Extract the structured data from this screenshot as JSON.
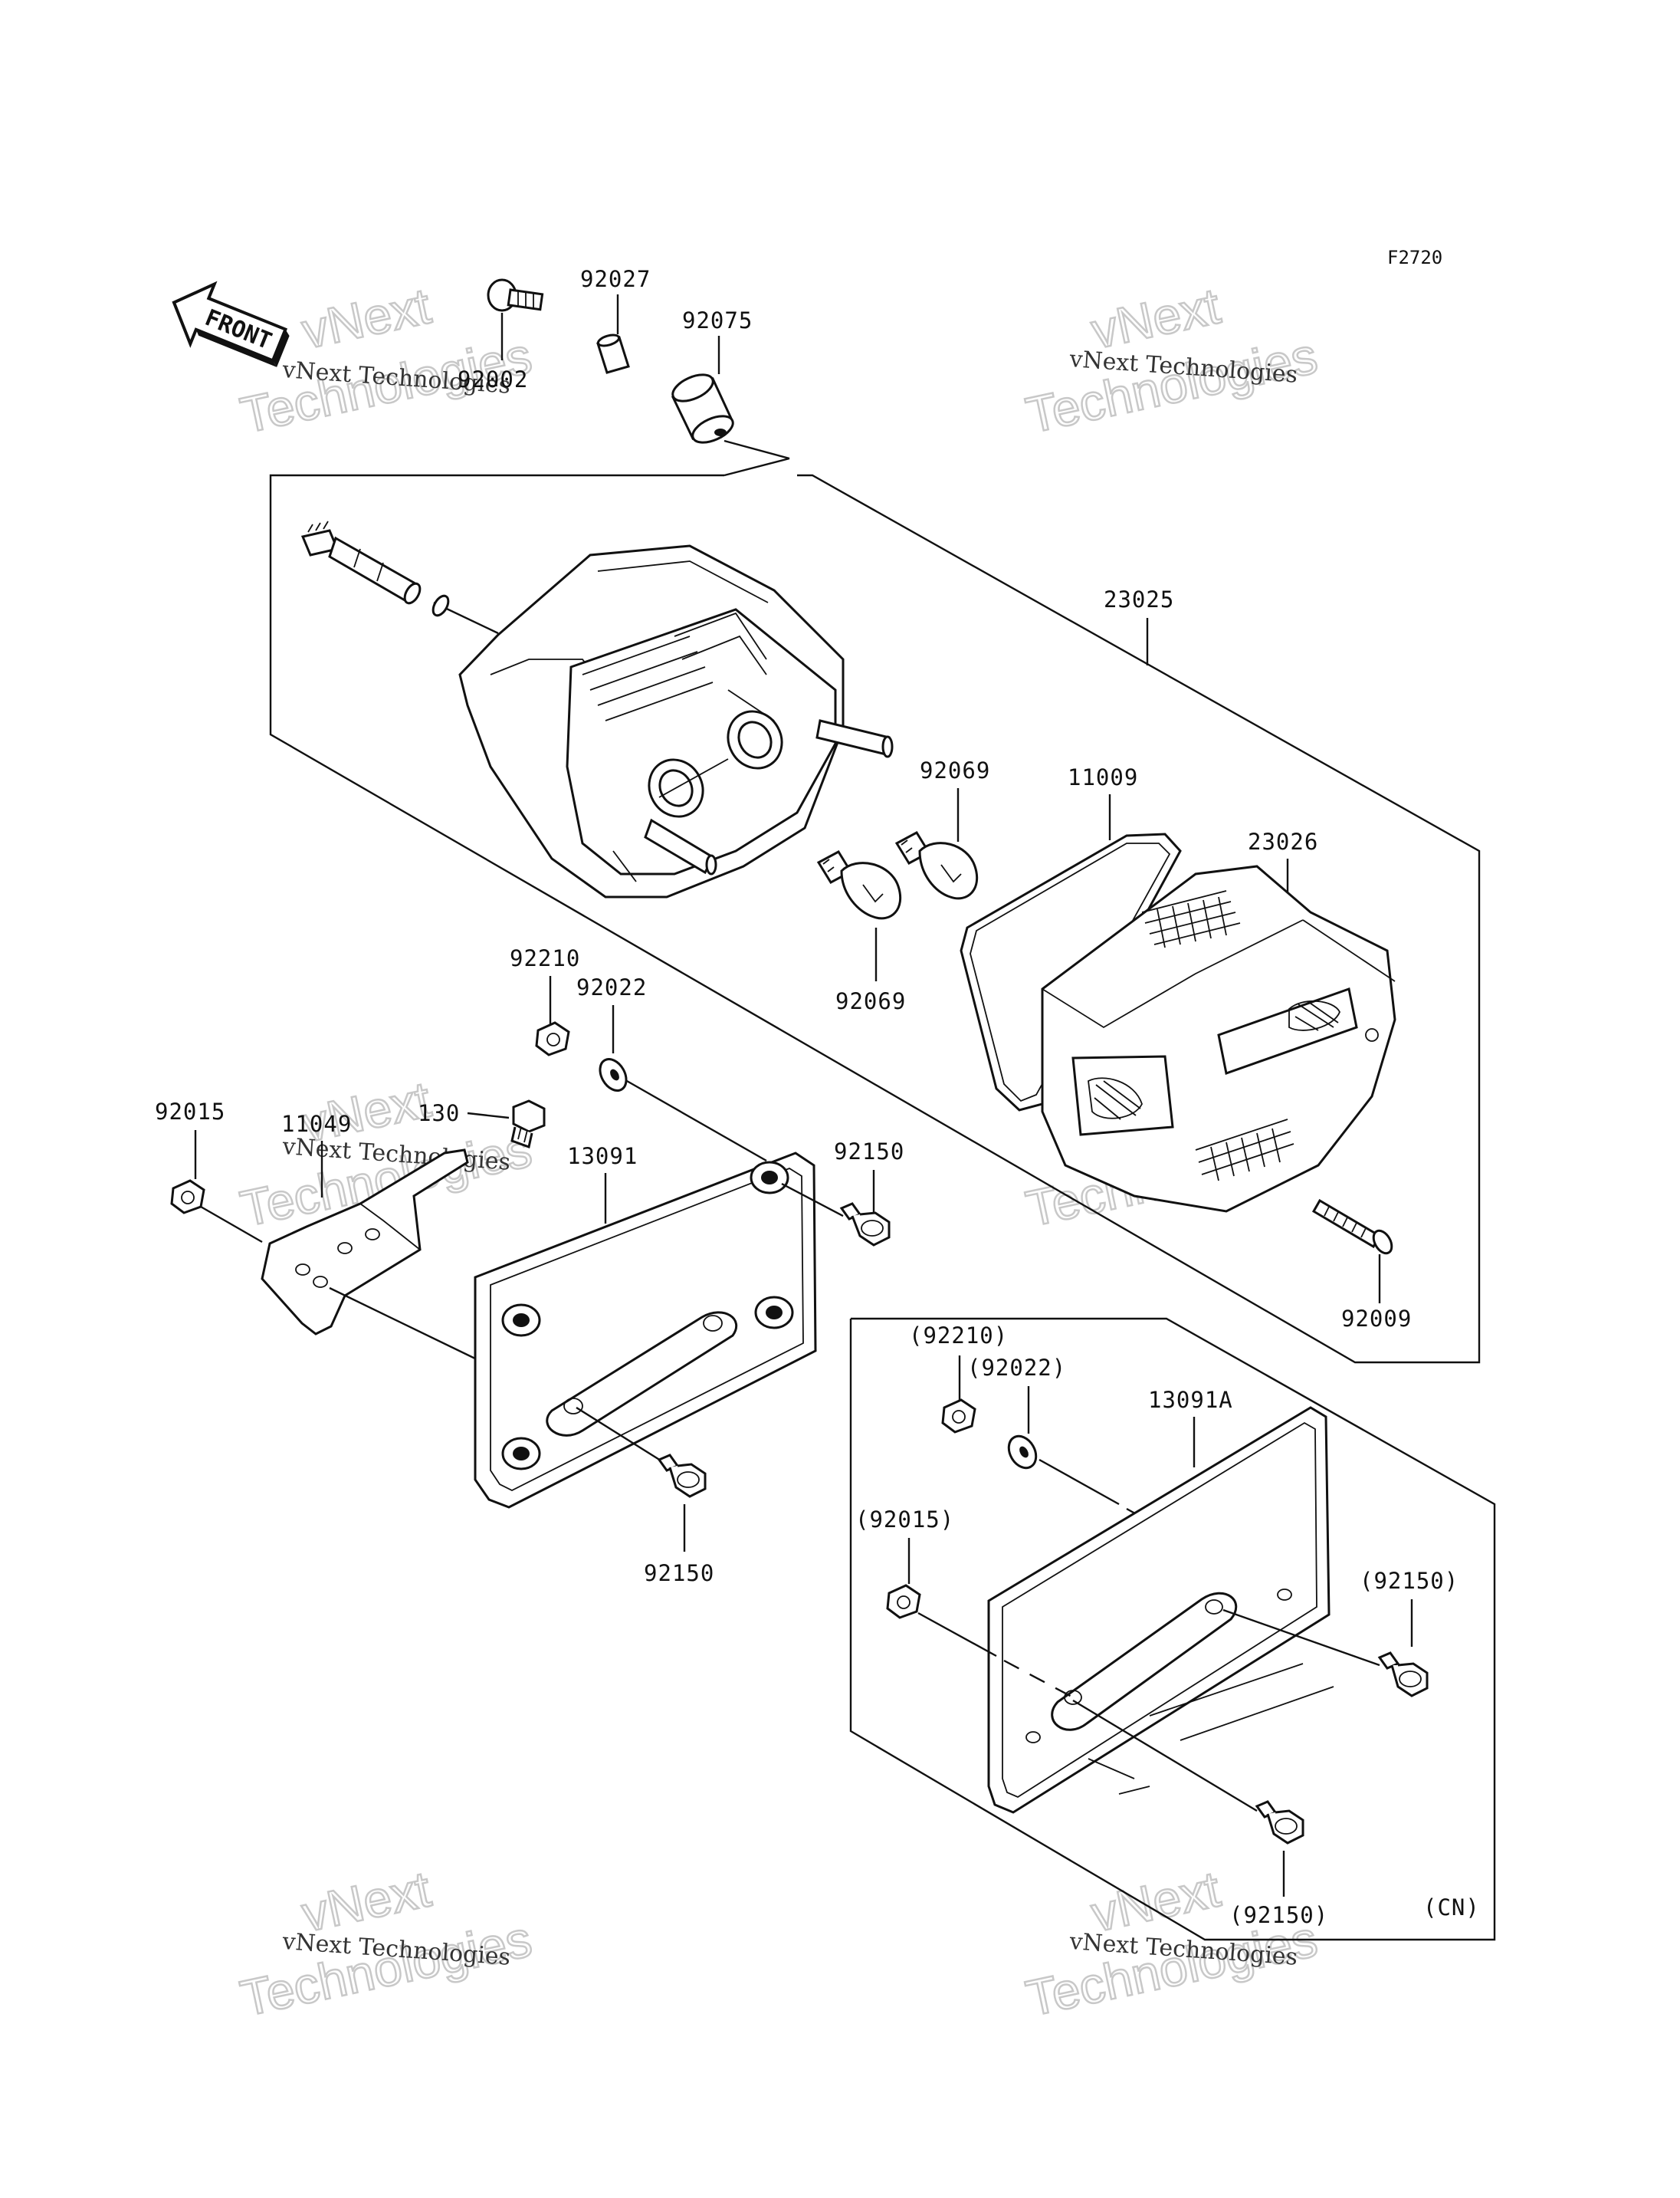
{
  "diagram_code": "F2720",
  "front_arrow_label": "FRONT",
  "parts": {
    "p92002": "92002",
    "p92027": "92027",
    "p92075": "92075",
    "p23025": "23025",
    "p92069_top": "92069",
    "p92069_bottom": "92069",
    "p11009": "11009",
    "p23026": "23026",
    "p92210": "92210",
    "p92022": "92022",
    "p92015": "92015",
    "p11049": "11049",
    "p130": "130",
    "p13091": "13091",
    "p92150_right": "92150",
    "p92150_bottom": "92150",
    "p92009": "92009"
  },
  "cn_parts": {
    "p92210": "(92210)",
    "p92022": "(92022)",
    "p13091A": "13091A",
    "p92015": "(92015)",
    "p92150_right": "(92150)",
    "p92150_bottom": "(92150)",
    "region_label": "(CN)"
  },
  "watermark": {
    "company": "vNext Technologies",
    "line1": "vNext",
    "line2": "Technologies"
  },
  "colors": {
    "line": "#111111",
    "background": "#ffffff",
    "watermark": "#c8c8c8"
  }
}
